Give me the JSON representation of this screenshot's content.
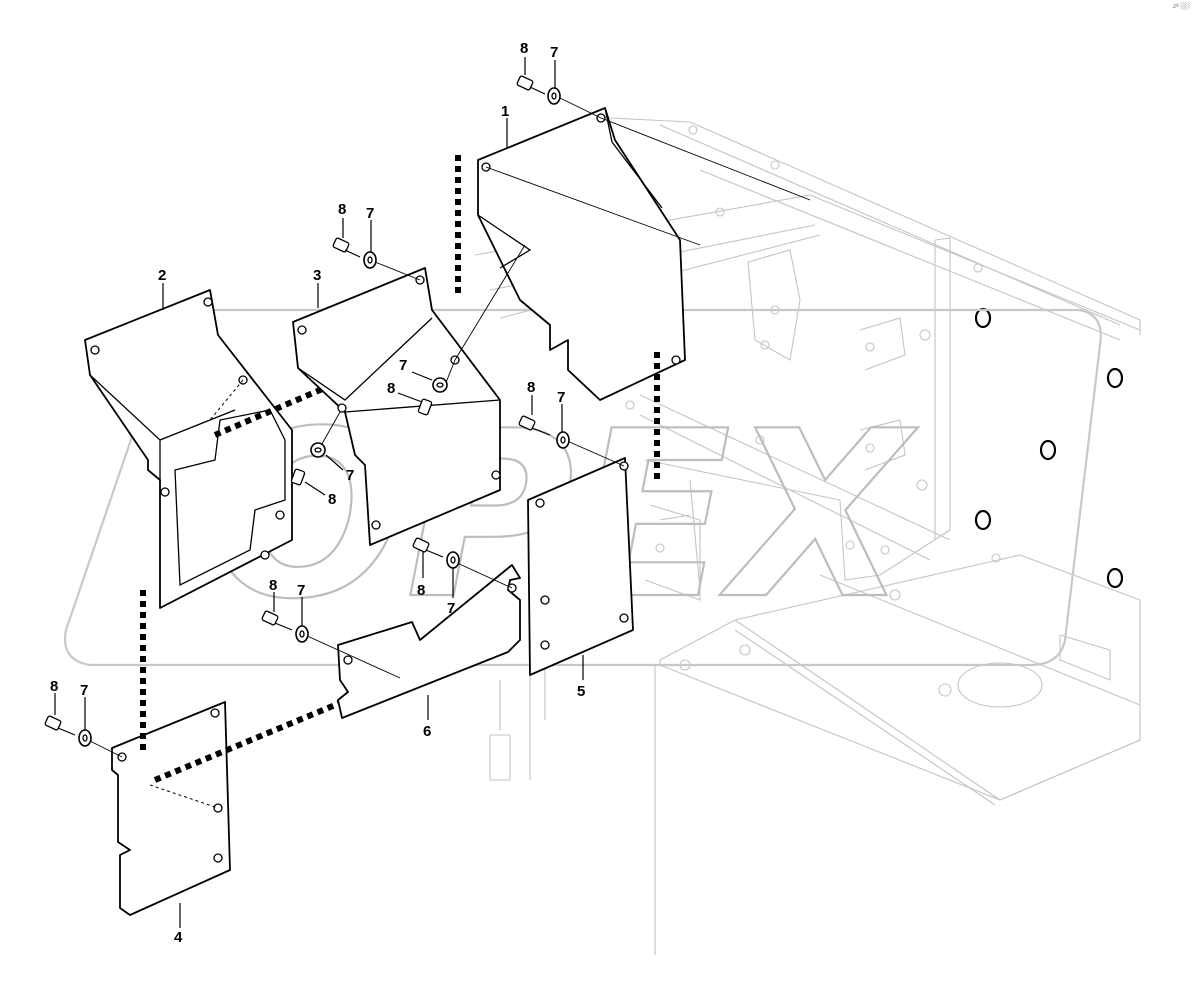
{
  "diagram": {
    "callouts": [
      "1",
      "2",
      "3",
      "4",
      "5",
      "6",
      "7",
      "8"
    ],
    "fastener_labels": {
      "washer": "7",
      "bolt": "8"
    },
    "watermark": "OPEX",
    "corner_mark": "zº ░░"
  }
}
